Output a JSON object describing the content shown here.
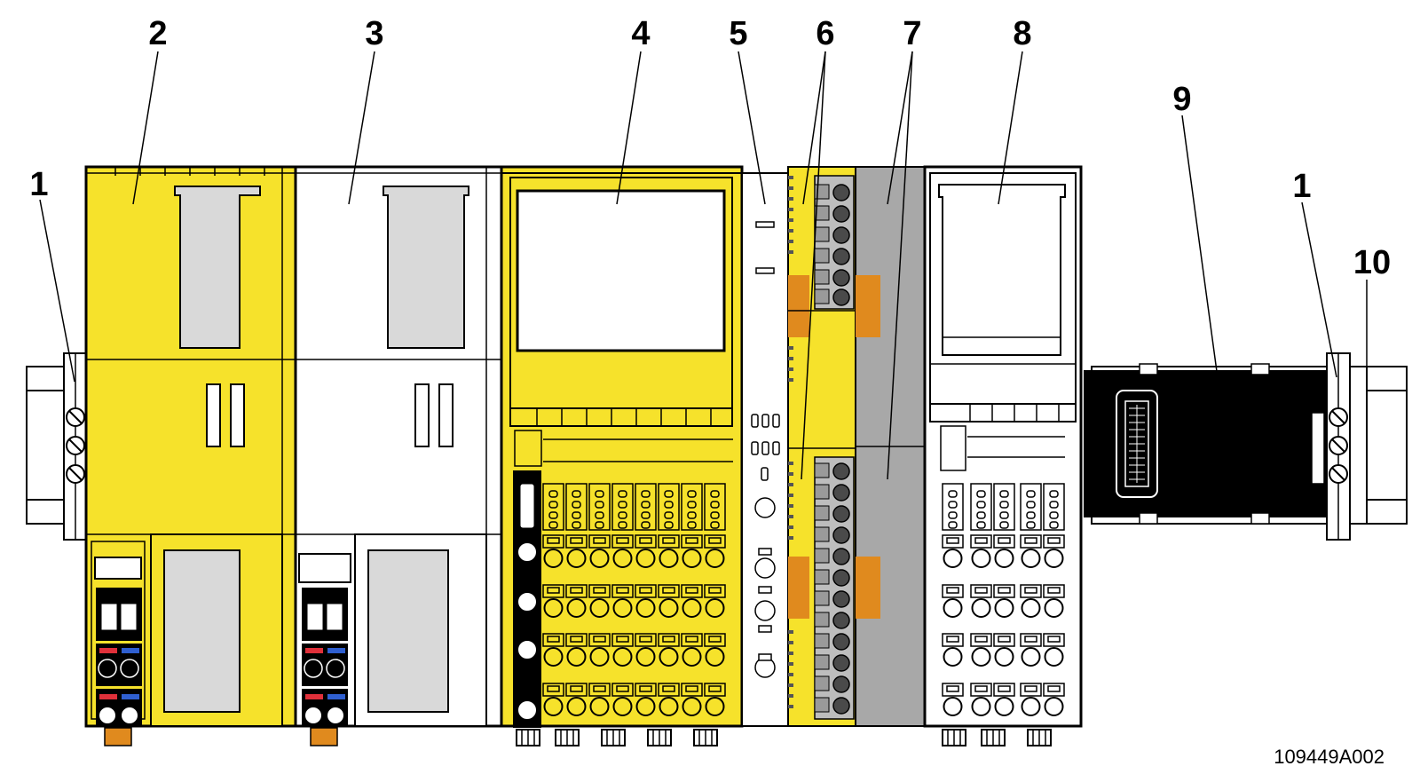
{
  "colors": {
    "yellow": "#f6e22b",
    "white_module": "#ffffff",
    "grey": "#a8a8a8",
    "label_grey": "#d9d9d9",
    "orange": "#e08a1e",
    "black": "#000000",
    "red": "#e0303a",
    "blue": "#2f5fd0",
    "dark_terminal": "#4a4a4a"
  },
  "callouts": [
    {
      "id": "c1-left",
      "label": "1"
    },
    {
      "id": "c2",
      "label": "2"
    },
    {
      "id": "c3",
      "label": "3"
    },
    {
      "id": "c4",
      "label": "4"
    },
    {
      "id": "c5",
      "label": "5"
    },
    {
      "id": "c6",
      "label": "6"
    },
    {
      "id": "c7",
      "label": "7"
    },
    {
      "id": "c8",
      "label": "8"
    },
    {
      "id": "c9",
      "label": "9"
    },
    {
      "id": "c1-right",
      "label": "1"
    },
    {
      "id": "c10",
      "label": "10"
    }
  ],
  "figure_id": "109449A002"
}
